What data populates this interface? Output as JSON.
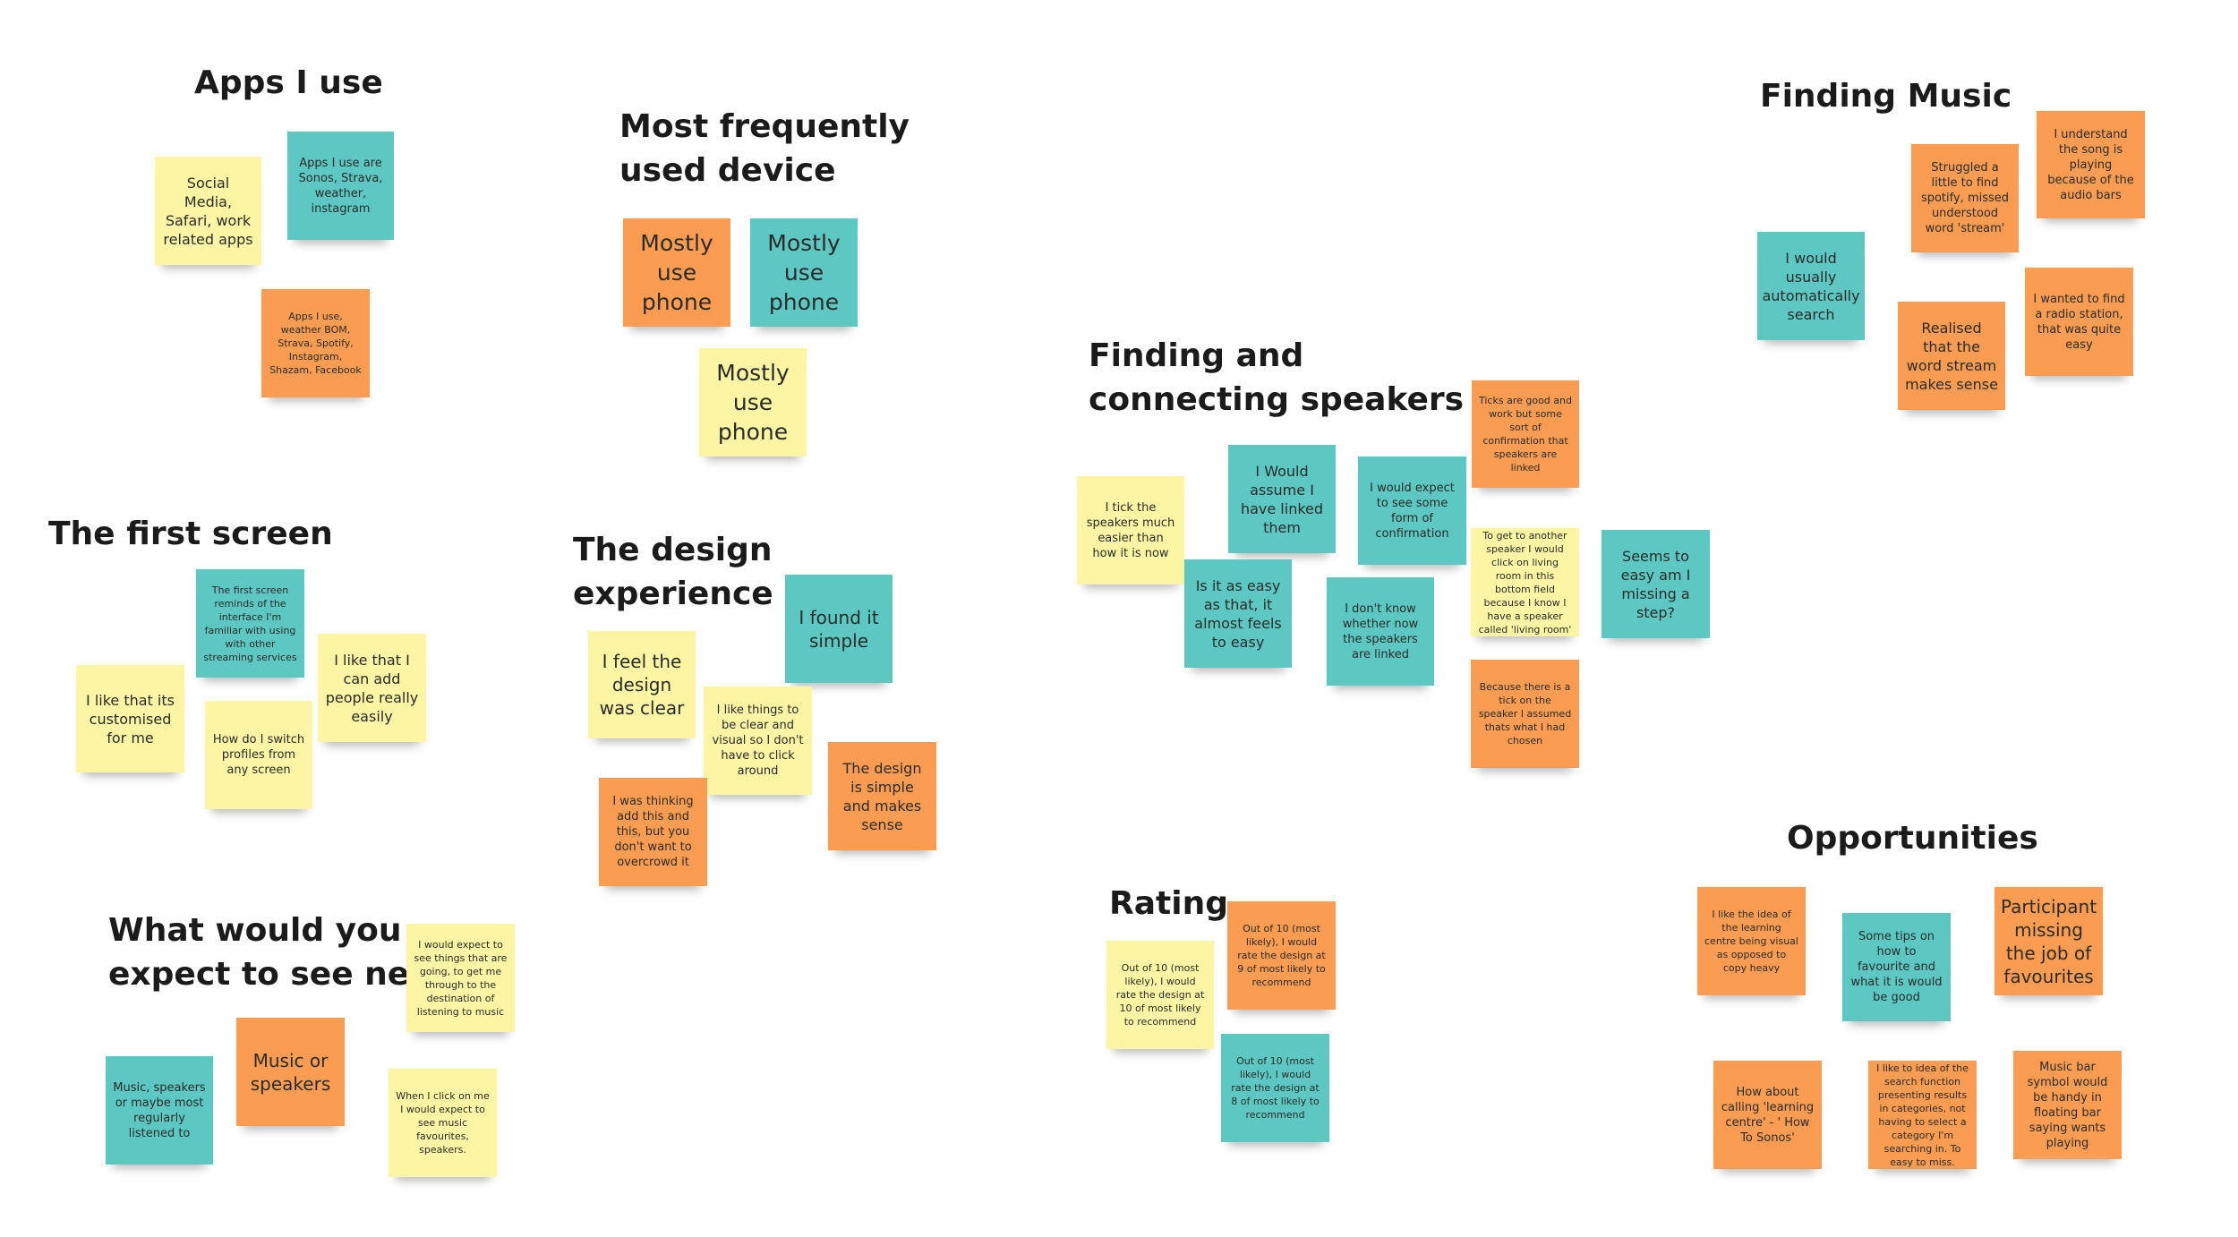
{
  "colors": {
    "yellow": "#fbf5a4",
    "teal": "#5dc7c2",
    "orange": "#fa9d52",
    "background": "#ffffff"
  },
  "sections": {
    "apps_i_use": {
      "title": "Apps I use",
      "notes": [
        {
          "color": "yellow",
          "text": "Social Media, Safari, work related apps"
        },
        {
          "color": "teal",
          "text": "Apps I use are Sonos, Strava, weather, instagram"
        },
        {
          "color": "orange",
          "text": "Apps I use, weather BOM, Strava, Spotify, Instagram, Shazam, Facebook"
        }
      ]
    },
    "most_frequently_used_device": {
      "title": "Most frequently\nused device",
      "notes": [
        {
          "color": "orange",
          "text": "Mostly use phone"
        },
        {
          "color": "teal",
          "text": "Mostly use phone"
        },
        {
          "color": "yellow",
          "text": "Mostly use phone"
        }
      ]
    },
    "the_first_screen": {
      "title": "The first screen",
      "notes": [
        {
          "color": "teal",
          "text": "The first screen reminds of the interface I'm familiar with using with other streaming services"
        },
        {
          "color": "yellow",
          "text": "I like that I can add people really easily"
        },
        {
          "color": "yellow",
          "text": "I like that its customised for me"
        },
        {
          "color": "yellow",
          "text": "How do I switch profiles from any screen"
        }
      ]
    },
    "the_design_experience": {
      "title": "The design\nexperience",
      "notes": [
        {
          "color": "teal",
          "text": "I found it simple"
        },
        {
          "color": "yellow",
          "text": "I feel the design was clear"
        },
        {
          "color": "yellow",
          "text": "I like things to be clear and visual so I don't have to click around"
        },
        {
          "color": "orange",
          "text": "The design is simple and makes sense"
        },
        {
          "color": "orange",
          "text": "I was thinking add this and this, but you don't want to overcrowd it"
        }
      ]
    },
    "what_would_you_expect": {
      "title": "What would you\nexpect to see next",
      "notes": [
        {
          "color": "yellow",
          "text": "I would expect to see things that are going, to get me through to the destination of listening to music"
        },
        {
          "color": "orange",
          "text": "Music or speakers"
        },
        {
          "color": "teal",
          "text": "Music, speakers or maybe most regularly listened to"
        },
        {
          "color": "yellow",
          "text": "When I click on me I would expect to see music favourites, speakers."
        }
      ]
    },
    "finding_and_connecting_speakers": {
      "title": "Finding and\nconnecting speakers",
      "notes": [
        {
          "color": "orange",
          "text": "Ticks are good and work but some sort of confirmation that speakers are linked"
        },
        {
          "color": "teal",
          "text": "I Would assume I have linked them"
        },
        {
          "color": "teal",
          "text": "I would expect to see some form of confirmation"
        },
        {
          "color": "yellow",
          "text": "I tick the speakers much easier than how it is now"
        },
        {
          "color": "teal",
          "text": "Is it as easy as that, it almost feels to easy"
        },
        {
          "color": "teal",
          "text": "I don't know whether now the speakers are linked"
        },
        {
          "color": "yellow",
          "text": "To get to another speaker I would click on living room in this bottom field because I know I have a speaker called 'living room'"
        },
        {
          "color": "teal",
          "text": "Seems to easy am I missing a step?"
        },
        {
          "color": "orange",
          "text": "Because there is a tick on the speaker I assumed thats what I had chosen"
        }
      ]
    },
    "rating": {
      "title": "Rating",
      "notes": [
        {
          "color": "orange",
          "text": "Out of 10 (most likely), I would rate the design at 9 of most likely to recommend"
        },
        {
          "color": "yellow",
          "text": "Out of 10 (most likely), I would rate the design at 10 of most likely to recommend"
        },
        {
          "color": "teal",
          "text": "Out of 10 (most likely), I would rate the design at 8 of most likely to recommend"
        }
      ]
    },
    "finding_music": {
      "title": "Finding Music",
      "notes": [
        {
          "color": "orange",
          "text": "I understand the song is playing because of the audio bars"
        },
        {
          "color": "orange",
          "text": "Struggled a little to find spotify, missed understood word 'stream'"
        },
        {
          "color": "teal",
          "text": "I would usually automatically search"
        },
        {
          "color": "orange",
          "text": "I wanted to find a radio station, that was quite easy"
        },
        {
          "color": "orange",
          "text": "Realised that the word stream makes sense"
        }
      ]
    },
    "opportunities": {
      "title": "Opportunities",
      "notes": [
        {
          "color": "orange",
          "text": "I like the idea of the learning centre being visual as opposed to copy heavy"
        },
        {
          "color": "teal",
          "text": "Some tips on how to favourite and what it is would be good"
        },
        {
          "color": "orange",
          "text": "Participant missing the job of favourites"
        },
        {
          "color": "orange",
          "text": "How about calling 'learning centre' - ' How To Sonos'"
        },
        {
          "color": "orange",
          "text": "I like to idea of the search function presenting results in categories, not having to select a category I'm searching in. To easy to miss."
        },
        {
          "color": "orange",
          "text": "Music bar symbol would be handy in floating bar saying wants playing"
        }
      ]
    }
  }
}
